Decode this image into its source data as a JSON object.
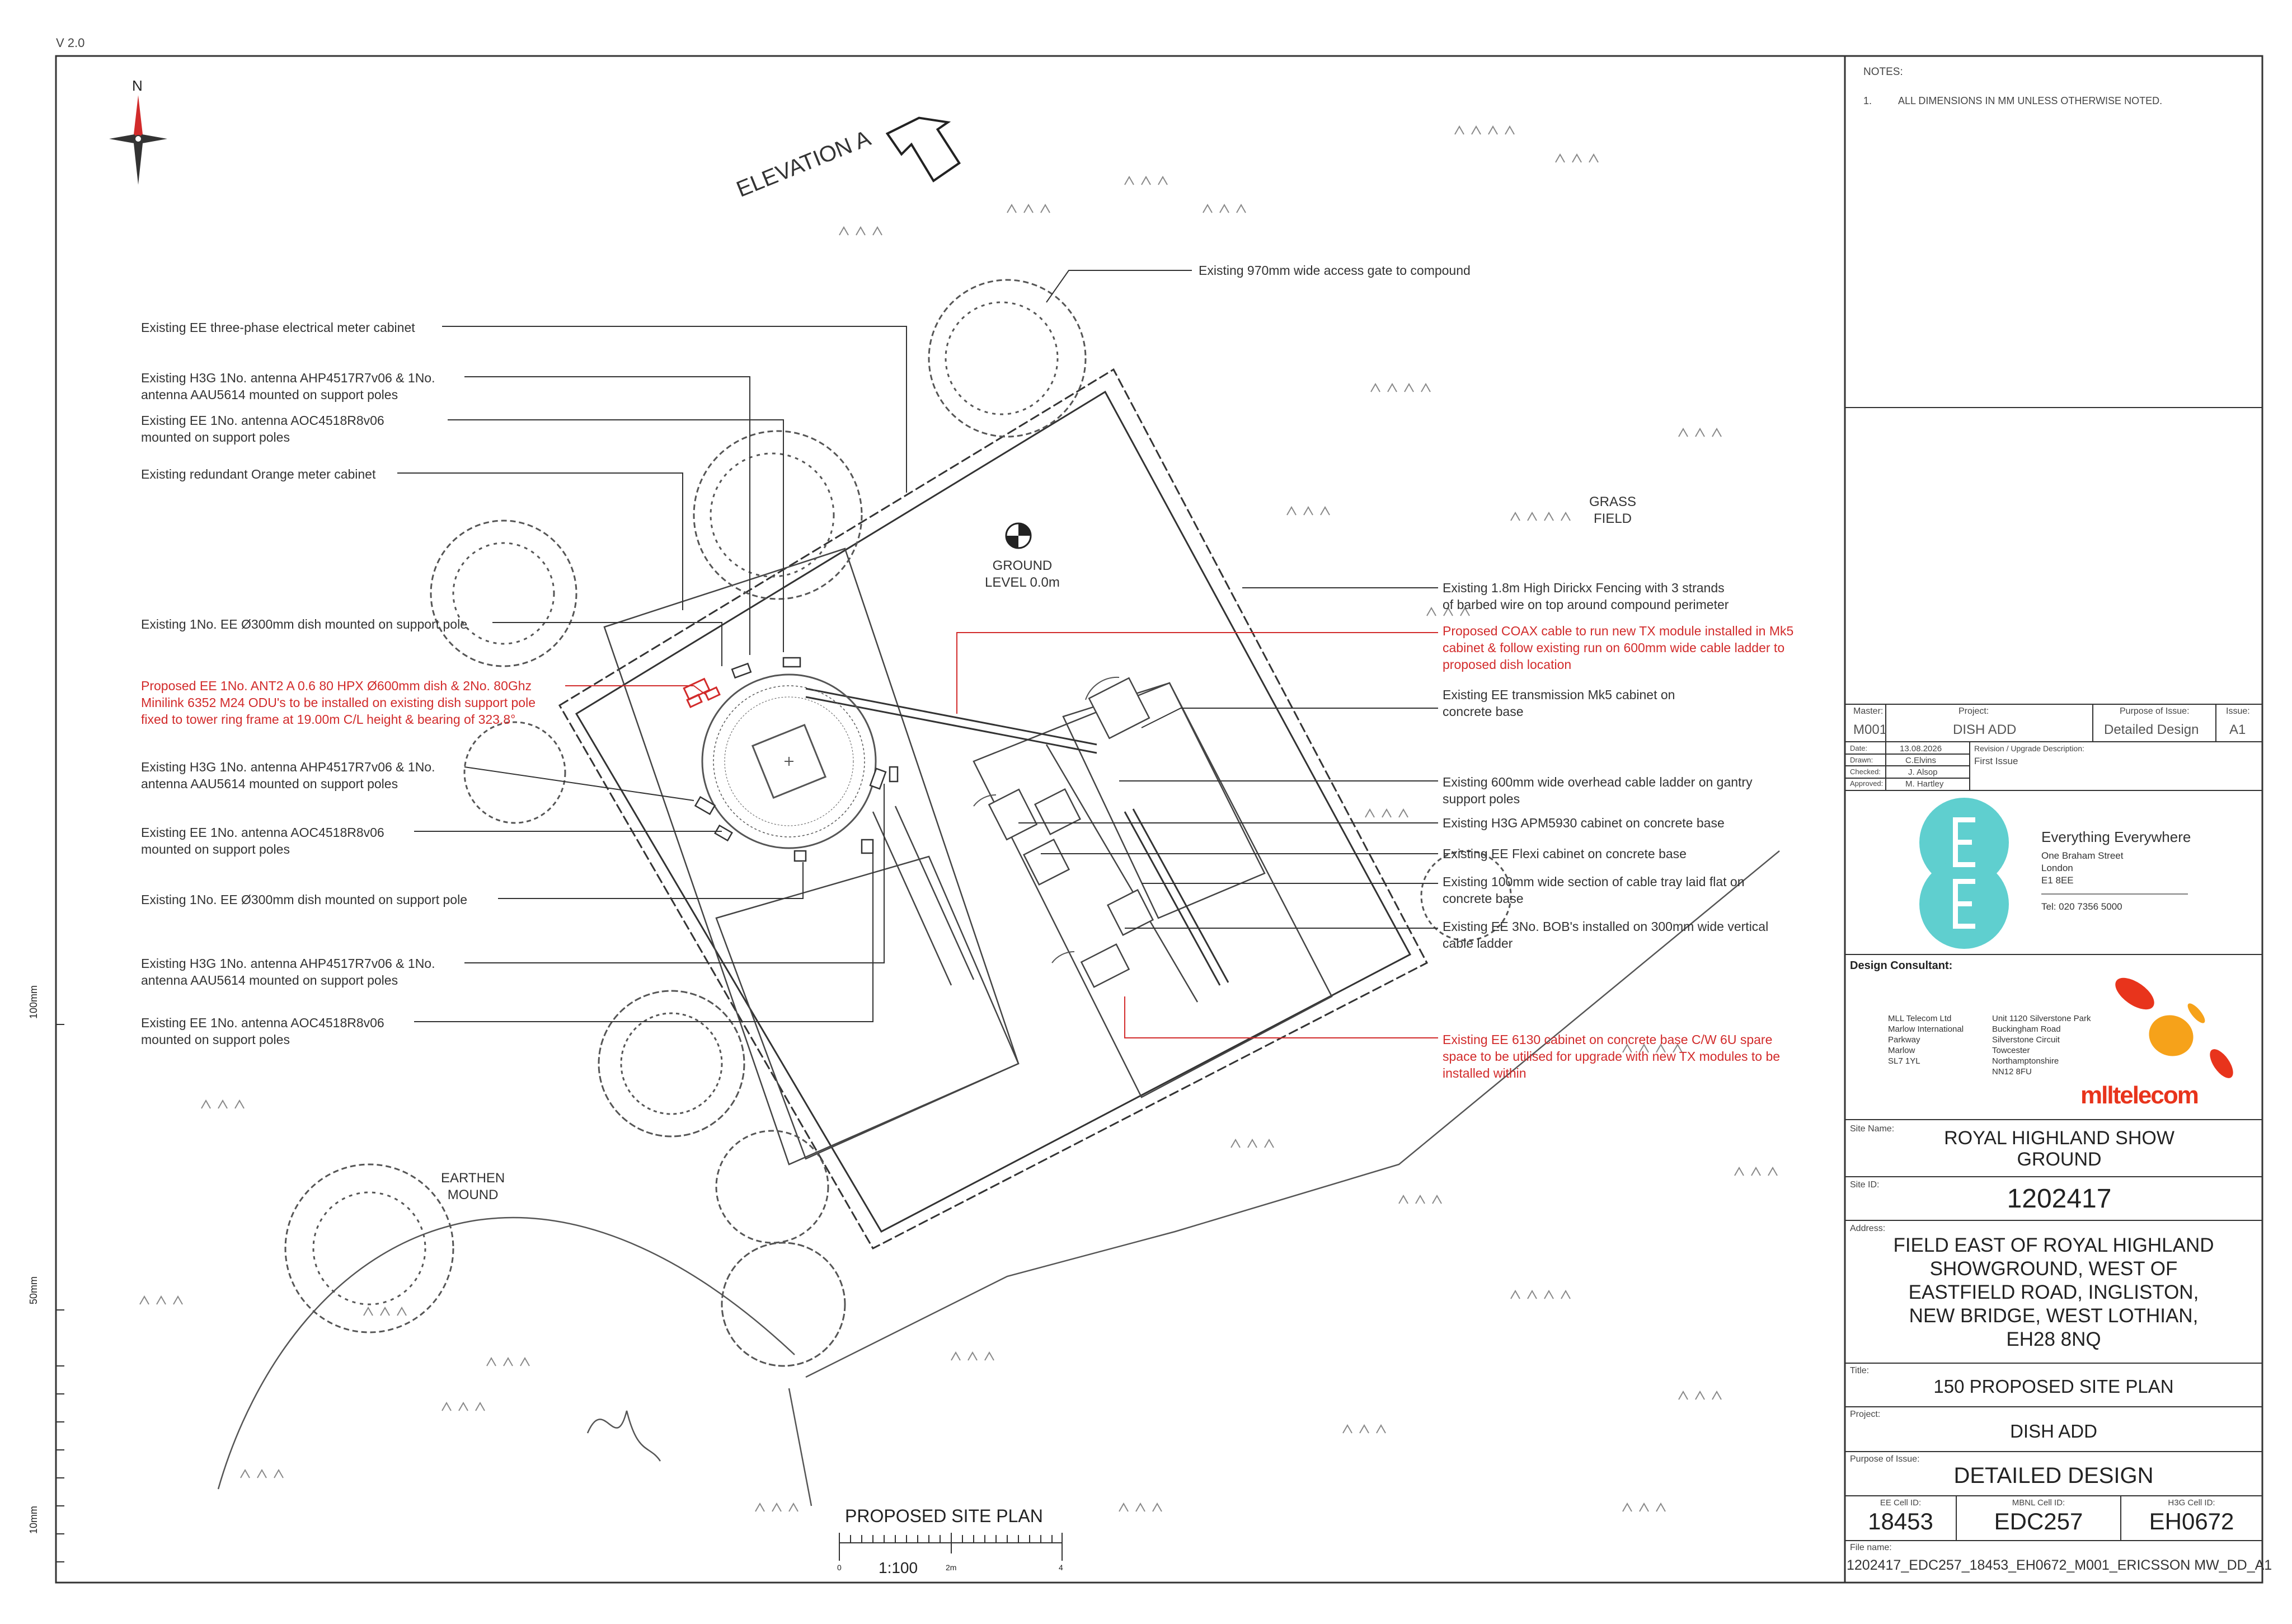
{
  "version": "V 2.0",
  "north_label": "N",
  "elevation_label": "ELEVATION A",
  "ground_label": "GROUND\nLEVEL 0.0m",
  "grass_field_label": "GRASS\nFIELD",
  "earthen_mound_label": "EARTHEN\nMOUND",
  "plan_title": "PROPOSED SITE PLAN",
  "scale": {
    "ratio": "1:100",
    "tick_0": "0",
    "tick_2": "2m",
    "tick_4": "4"
  },
  "side_scale": {
    "s100": "100mm",
    "s50": "50mm",
    "s10": "10mm"
  },
  "left_callouts": [
    {
      "text": "Existing EE three-phase electrical meter cabinet",
      "red": false
    },
    {
      "text": "Existing H3G 1No. antenna AHP4517R7v06 & 1No.\nantenna AAU5614 mounted on support poles",
      "red": false
    },
    {
      "text": "Existing EE 1No. antenna AOC4518R8v06\nmounted on support poles",
      "red": false
    },
    {
      "text": "Existing redundant Orange meter cabinet",
      "red": false
    },
    {
      "text": "Existing 1No. EE Ø300mm dish mounted on support pole",
      "red": false
    },
    {
      "text": "Proposed EE 1No. ANT2 A 0.6 80 HPX Ø600mm dish & 2No. 80Ghz\nMinilink 6352 M24 ODU's to be installed on existing dish support pole\nfixed to tower ring frame at 19.00m C/L height & bearing of 323.8°",
      "red": true
    },
    {
      "text": "Existing H3G 1No. antenna AHP4517R7v06 & 1No.\nantenna AAU5614 mounted on support poles",
      "red": false
    },
    {
      "text": "Existing EE 1No. antenna AOC4518R8v06\nmounted on support poles",
      "red": false
    },
    {
      "text": "Existing 1No. EE Ø300mm dish mounted on support pole",
      "red": false
    },
    {
      "text": "Existing H3G 1No. antenna AHP4517R7v06 & 1No.\nantenna AAU5614 mounted on support poles",
      "red": false
    },
    {
      "text": "Existing EE 1No. antenna AOC4518R8v06\nmounted on support poles",
      "red": false
    }
  ],
  "right_callouts": [
    {
      "text": "Existing 970mm wide access gate to compound",
      "red": false
    },
    {
      "text": "Existing 1.8m High Dirickx Fencing with 3 strands\nof barbed wire on top around compound perimeter",
      "red": false
    },
    {
      "text": "Proposed COAX cable to run new TX module installed in Mk5\ncabinet & follow existing run on 600mm wide cable ladder to\nproposed dish location",
      "red": true
    },
    {
      "text": "Existing EE transmission Mk5 cabinet on\nconcrete base",
      "red": false
    },
    {
      "text": "Existing 600mm wide overhead cable ladder on gantry\nsupport poles",
      "red": false
    },
    {
      "text": "Existing H3G APM5930 cabinet on concrete base",
      "red": false
    },
    {
      "text": "Existing EE Flexi cabinet on concrete base",
      "red": false
    },
    {
      "text": "Existing 100mm wide section of cable tray laid flat on\nconcrete base",
      "red": false
    },
    {
      "text": "Existing EE 3No. BOB's installed on 300mm wide vertical\ncable ladder",
      "red": false
    },
    {
      "text": "Existing EE 6130 cabinet on concrete base C/W 6U spare\nspace to be utilised for upgrade with new TX modules to be\ninstalled within",
      "red": true
    }
  ],
  "notes": {
    "heading": "NOTES:",
    "number": "1.",
    "item": "ALL DIMENSIONS IN MM UNLESS OTHERWISE NOTED."
  },
  "title_block": {
    "master_label": "Master:",
    "master": "M001",
    "project_label": "Project:",
    "project_short": "DISH ADD",
    "purpose_label": "Purpose of Issue:",
    "purpose_short": "Detailed Design",
    "issue_label": "Issue:",
    "issue": "A1",
    "date_label": "Date:",
    "date": "13.08.2026",
    "drawn_label": "Drawn:",
    "drawn": "C.Elvins",
    "checked_label": "Checked:",
    "checked": "J. Alsop",
    "approved_label": "Approved:",
    "approved": "M. Hartley",
    "revision_label": "Revision / Upgrade Description:",
    "revision": "First Issue",
    "ee_company": "Everything Everywhere",
    "ee_address": "One Braham Street\nLondon\nE1 8EE",
    "ee_tel": "Tel: 020 7356 5000",
    "consultant_label": "Design Consultant:",
    "consultant_addr1": "MLL Telecom Ltd\nMarlow International\nParkway\nMarlow\nSL7 1YL",
    "consultant_addr2": "Unit 1120 Silverstone Park\nBuckingham Road\nSilverstone Circuit\nTowcester\nNorthamptonshire\nNN12 8FU",
    "mll_logo_text": "mlltelecom",
    "site_name_label": "Site Name:",
    "site_name": "ROYAL HIGHLAND SHOW\nGROUND",
    "site_id_label": "Site ID:",
    "site_id": "1202417",
    "address_label": "Address:",
    "address": "FIELD EAST OF ROYAL HIGHLAND\nSHOWGROUND, WEST OF\nEASTFIELD ROAD, INGLISTON,\nNEW BRIDGE, WEST LOTHIAN,\nEH28 8NQ",
    "title_label": "Title:",
    "title": "150 PROPOSED SITE PLAN",
    "project2_label": "Project:",
    "project": "DISH ADD",
    "purpose2_label": "Purpose of Issue:",
    "purpose": "DETAILED DESIGN",
    "ee_cell_label": "EE Cell ID:",
    "ee_cell": "18453",
    "mbnl_cell_label": "MBNL Cell ID:",
    "mbnl_cell": "EDC257",
    "h3g_cell_label": "H3G Cell ID:",
    "h3g_cell": "EH0672",
    "file_label": "File name:",
    "file_name": "1202417_EDC257_18453_EH0672_M001_ERICSSON MW_DD_A1"
  },
  "colors": {
    "line": "#333333",
    "red": "#d22b2b",
    "ee_teal": "#5fcfcf",
    "mll_red": "#e8341c",
    "mll_orange": "#f6a21a",
    "tree": "#555555"
  }
}
